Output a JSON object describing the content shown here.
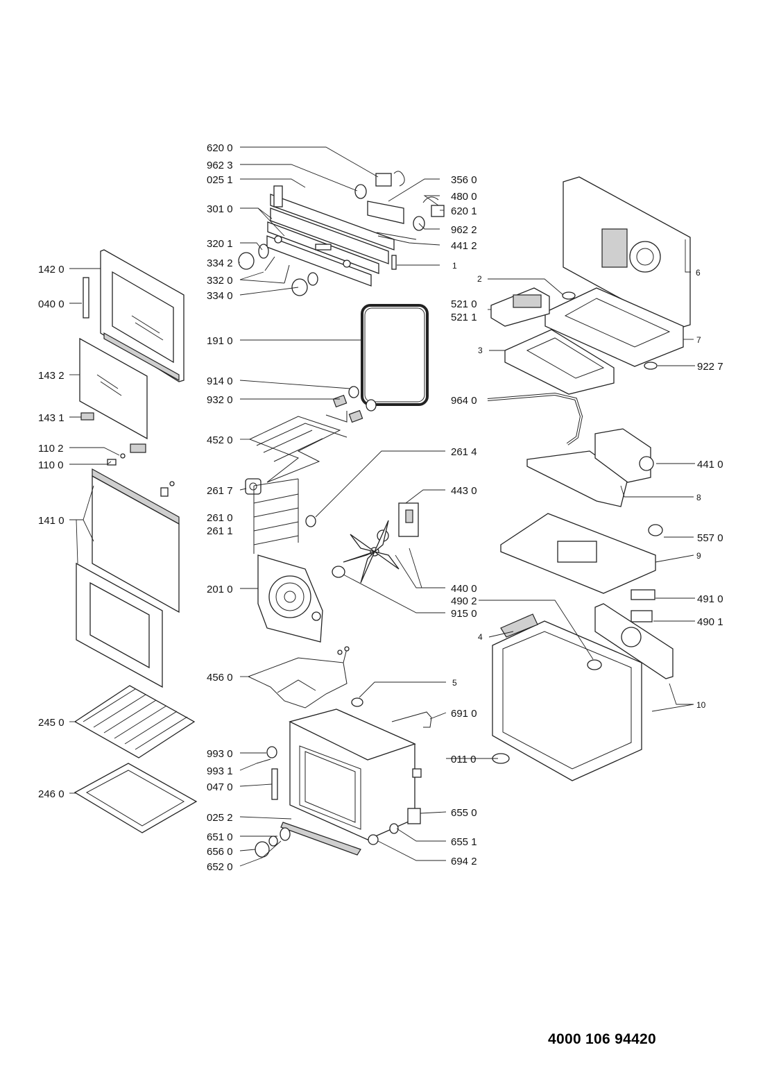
{
  "document_number": "4000 106 94420",
  "labels": [
    "620 0",
    "962 3",
    "025 1",
    "301 0",
    "320 1",
    "334 2",
    "332 0",
    "334 0",
    "356 0",
    "480 0",
    "620 1",
    "962 2",
    "441 2",
    "1",
    "142 0",
    "040 0",
    "143 2",
    "143 1",
    "110 2",
    "110 0",
    "141 0",
    "191 0",
    "914 0",
    "932 0",
    "452 0",
    "261 4",
    "261 7",
    "261 0",
    "261 1",
    "443 0",
    "201 0",
    "440 0",
    "490 2",
    "915 0",
    "456 0",
    "5",
    "691 0",
    "245 0",
    "246 0",
    "993 0",
    "993 1",
    "047 0",
    "025 2",
    "651 0",
    "656 0",
    "652 0",
    "011 0",
    "655 0",
    "655 1",
    "694 2",
    "6",
    "2",
    "521 0",
    "521 1",
    "3",
    "7",
    "922 7",
    "964 0",
    "441 0",
    "8",
    "557 0",
    "9",
    "491 0",
    "490 1",
    "4",
    "10"
  ]
}
